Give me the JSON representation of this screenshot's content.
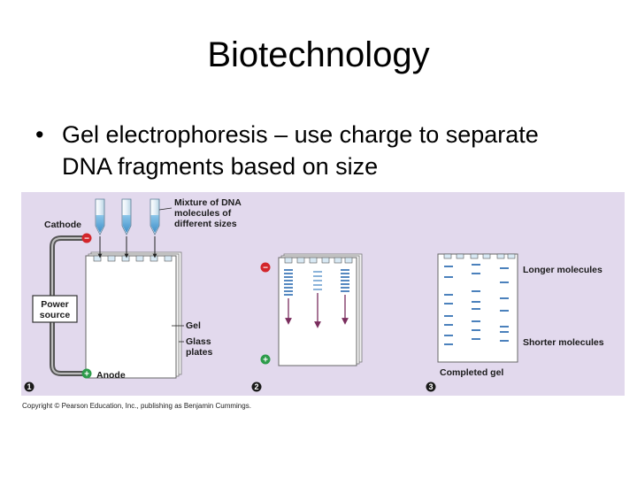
{
  "slide": {
    "title": "Biotechnology",
    "bullet_line1": "Gel electrophoresis – use charge to separate",
    "bullet_line2": "DNA fragments based on size"
  },
  "figure": {
    "background_color": "#e2d9ed",
    "labels": {
      "cathode": "Cathode",
      "mixture_line1": "Mixture of DNA",
      "mixture_line2": "molecules of",
      "mixture_line3": "different sizes",
      "power_line1": "Power",
      "power_line2": "source",
      "gel": "Gel",
      "glass_line1": "Glass",
      "glass_line2": "plates",
      "anode": "Anode",
      "longer": "Longer molecules",
      "shorter": "Shorter molecules",
      "completed": "Completed gel"
    },
    "signs": {
      "minus": "−",
      "plus": "+"
    },
    "steps": [
      "1",
      "2",
      "3"
    ]
  },
  "copyright": "Copyright © Pearson Education, Inc., publishing as Benjamin Cummings."
}
